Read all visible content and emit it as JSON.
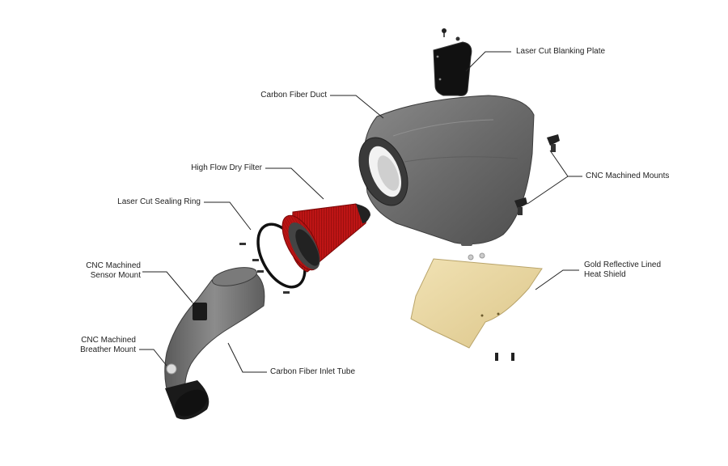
{
  "callouts": {
    "blanking_plate": "Laser Cut Blanking Plate",
    "carbon_duct": "Carbon Fiber Duct",
    "mounts": "CNC Machined Mounts",
    "dry_filter": "High Flow Dry Filter",
    "sealing_ring": "Laser Cut Sealing Ring",
    "sensor_mount_1": "CNC Machined",
    "sensor_mount_2": "Sensor Mount",
    "heat_shield_1": "Gold Reflective Lined",
    "heat_shield_2": "Heat Shield",
    "breather_mount_1": "CNC Machined",
    "breather_mount_2": "Breather Mount",
    "inlet_tube": "Carbon Fiber Inlet Tube"
  },
  "colors": {
    "background": "#ffffff",
    "carbon": "#6e6e6e",
    "filter_red": "#d01818",
    "heat_shield_gold": "#ead9a6",
    "leader_line": "#222222"
  }
}
